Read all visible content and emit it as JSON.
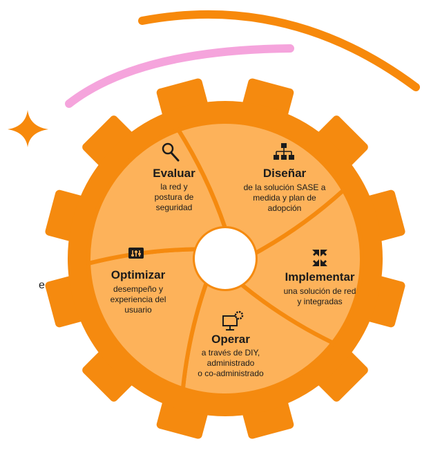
{
  "colors": {
    "gear": "#f58a0f",
    "segment": "#fdb25a",
    "segment_line": "#f58a0f",
    "arc_orange": "#f7890b",
    "arc_pink": "#f5a4dc",
    "sparkle": "#f7890b",
    "hub": "#ffffff",
    "text": "#1b1b1b"
  },
  "segments": [
    {
      "id": "evaluar",
      "icon": "magnifier-icon",
      "title": "Evaluar",
      "desc": [
        "la red y",
        "postura de",
        "seguridad"
      ]
    },
    {
      "id": "disenar",
      "icon": "hierarchy-icon",
      "title": "Diseñar",
      "desc": [
        "de la solución SASE a",
        "medida  y plan de",
        "adopción"
      ]
    },
    {
      "id": "implementar",
      "icon": "arrows-converge-icon",
      "title": "Implementar",
      "desc": [
        "una solución de red",
        "y integradas"
      ]
    },
    {
      "id": "operar",
      "icon": "monitor-gear-icon",
      "title": "Operar",
      "desc": [
        "a través de DIY,",
        "administrado",
        "o co-administrado"
      ]
    },
    {
      "id": "optimizar",
      "icon": "sliders-icon",
      "title": "Optimizar",
      "desc": [
        "desempeño y",
        "experiencia del",
        "usuario"
      ]
    }
  ],
  "stray_char": "e"
}
